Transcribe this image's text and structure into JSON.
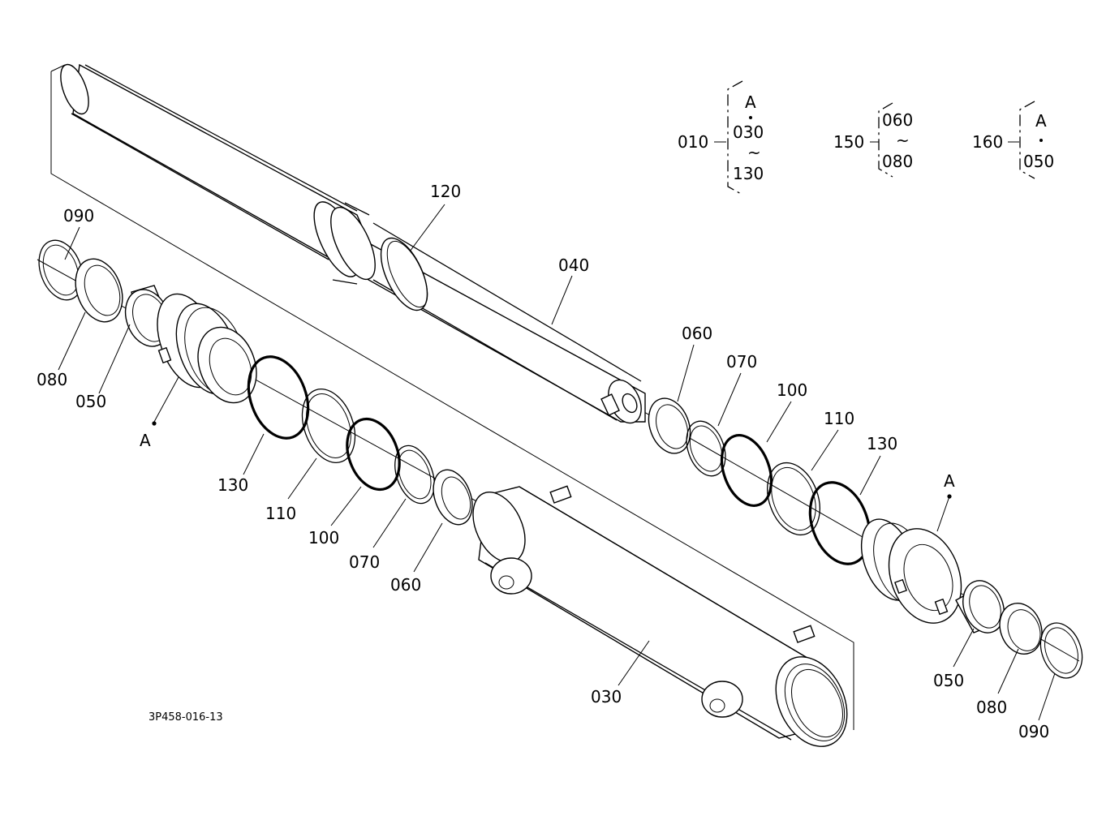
{
  "drawing_id": "3P458-016-13",
  "callouts": {
    "p090_left": "090",
    "p080_left": "080",
    "p050_left": "050",
    "a_left": "A",
    "p130_left": "130",
    "p110_left": "110",
    "p100_left": "100",
    "p070_left": "070",
    "p060_left": "060",
    "p120": "120",
    "p040": "040",
    "p030": "030",
    "p060_right": "060",
    "p070_right": "070",
    "p100_right": "100",
    "p110_right": "110",
    "p130_right": "130",
    "a_right": "A",
    "p050_right": "050",
    "p080_right": "080",
    "p090_right": "090"
  },
  "legend": {
    "g010": {
      "id": "010",
      "top": "A",
      "mid": "030",
      "tilde": "~",
      "bottom": "130"
    },
    "g150": {
      "id": "150",
      "top": "060",
      "tilde": "~",
      "bottom": "080"
    },
    "g160": {
      "id": "160",
      "top": "A",
      "bottom": "050"
    }
  }
}
